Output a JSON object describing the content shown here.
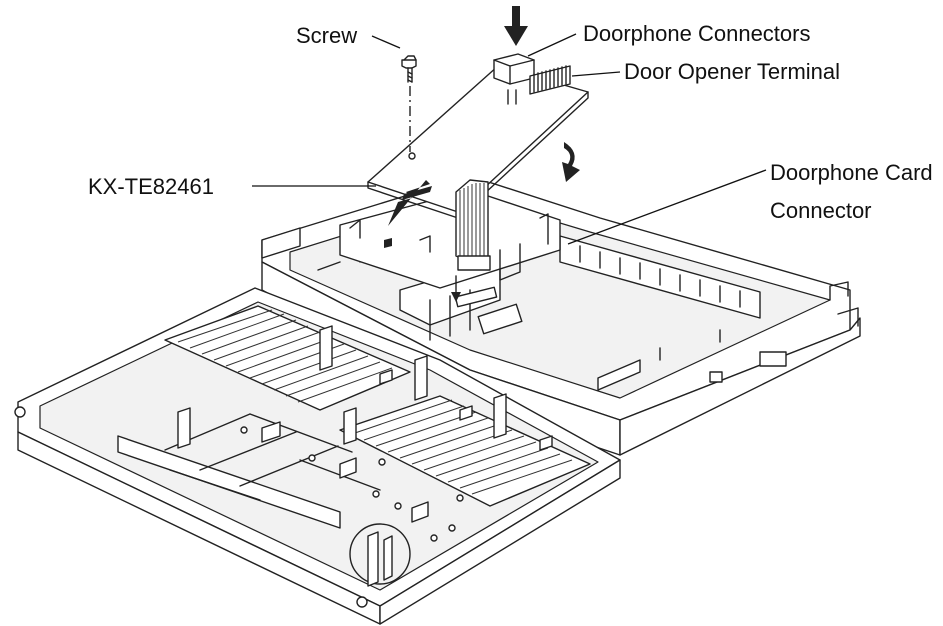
{
  "labels": {
    "screw": "Screw",
    "doorphone_connectors": "Doorphone Connectors",
    "door_opener_terminal": "Door Opener Terminal",
    "card_model": "KX-TE82461",
    "card_connector_line1": "Doorphone Card",
    "card_connector_line2": "Connector"
  }
}
